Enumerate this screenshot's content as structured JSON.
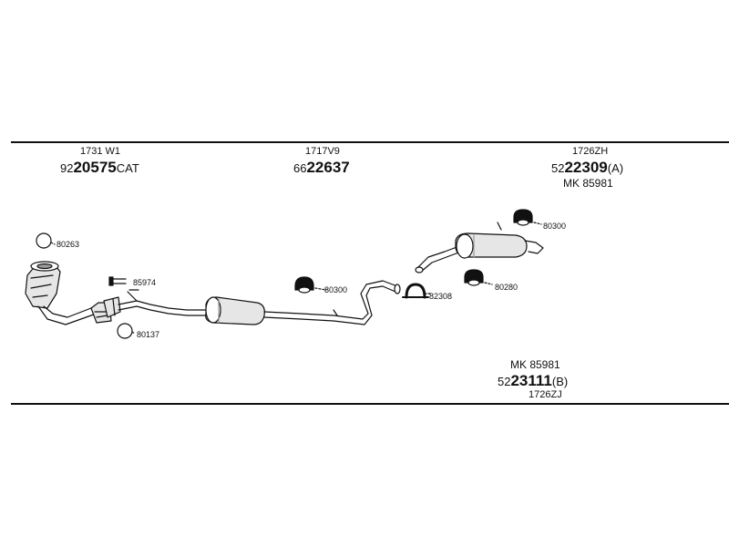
{
  "groups": [
    {
      "code": "1731 W1",
      "prefix": "92",
      "number": "20575",
      "suffix": "CAT"
    },
    {
      "code": "1717V9",
      "prefix": "66",
      "number": "22637",
      "suffix": ""
    },
    {
      "code": "1726ZH",
      "prefix": "52",
      "number": "22309",
      "suffix": "(A)",
      "kit": "MK 85981"
    },
    {
      "code": "1726ZJ",
      "prefix": "52",
      "number": "23111",
      "suffix": "(B)",
      "kit": "MK 85981"
    }
  ],
  "callouts": [
    "80263",
    "85974",
    "80137",
    "80300",
    "82308",
    "80280",
    "80300"
  ],
  "colors": {
    "line": "#111111",
    "part_fill": "#e6e6e6",
    "shade": "#9a9a9a"
  }
}
